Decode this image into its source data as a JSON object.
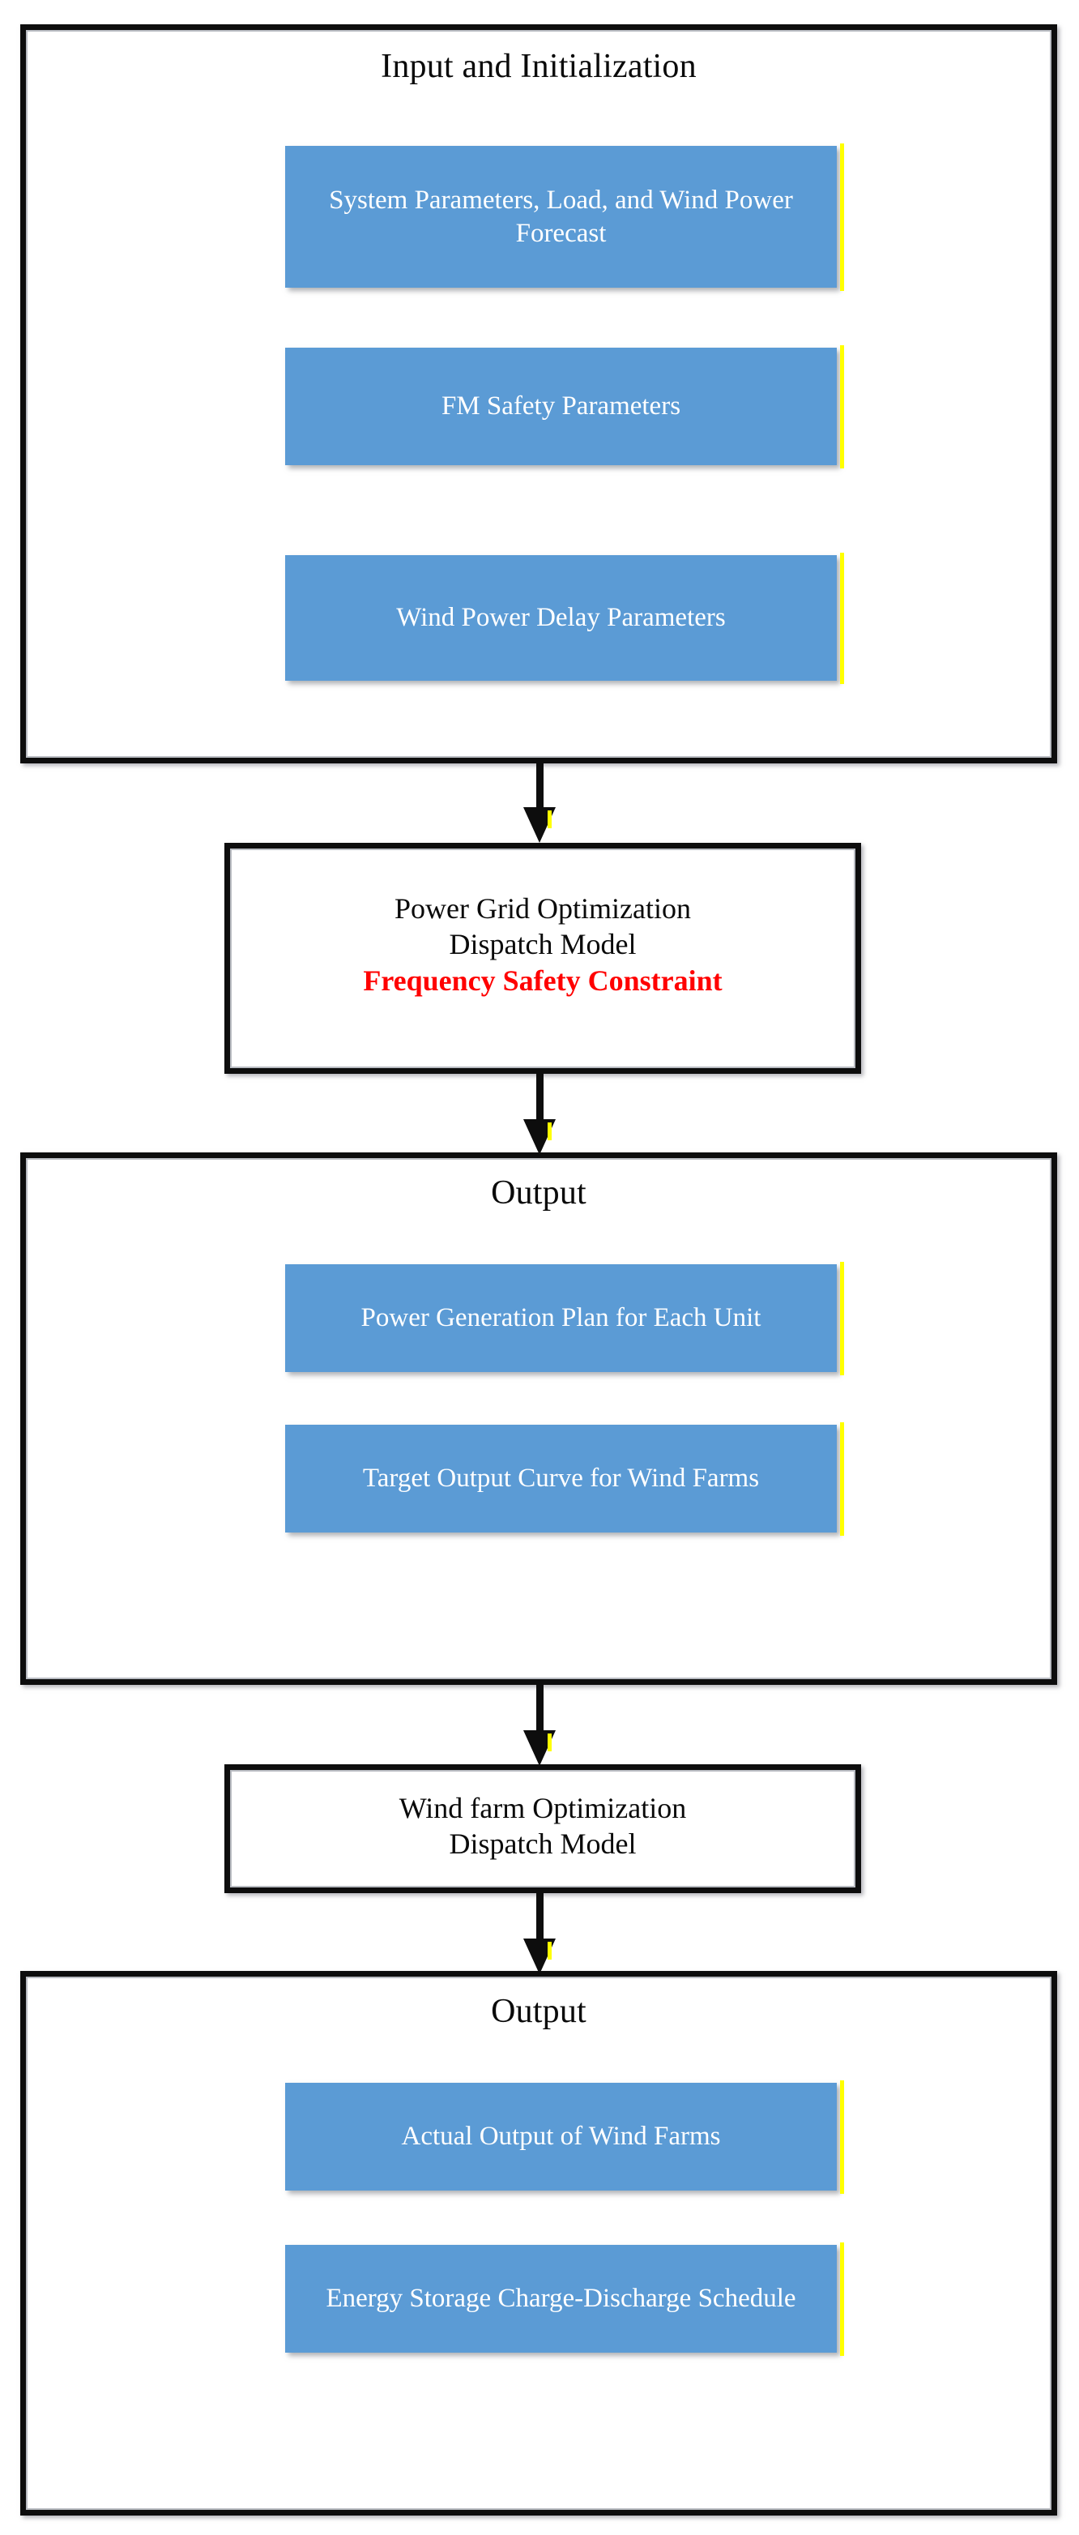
{
  "figure": {
    "type": "flowchart",
    "orientation": "vertical-top-to-bottom",
    "accent_blue": "#5B9BD5",
    "accent_red": "#FF0000",
    "accent_yellow": "#FFFF00",
    "border_black": "#0D0D0D",
    "text_white": "#FFFFFF"
  },
  "sections": [
    {
      "id": "input-and-initialization",
      "title": "Input and Initialization",
      "boxes": [
        {
          "label": "System Parameters, Load, and Wind Power Forecast"
        },
        {
          "label": "FM Safety Parameters"
        },
        {
          "label": "Wind Power Delay Parameters"
        }
      ]
    },
    {
      "id": "power-grid-optimization-dispatch-model",
      "line1": "Power Grid Optimization",
      "line2": "Dispatch Model",
      "constraint": "Frequency Safety Constraint"
    },
    {
      "id": "output-grid",
      "title": "Output",
      "boxes": [
        {
          "label": "Power Generation Plan for Each Unit"
        },
        {
          "label": "Target Output Curve for Wind Farms"
        }
      ]
    },
    {
      "id": "wind-farm-optimization-dispatch-model",
      "line1": "Wind farm Optimization",
      "line2": "Dispatch Model"
    },
    {
      "id": "output-wind-farm",
      "title": "Output",
      "boxes": [
        {
          "label": "Actual Output of Wind Farms"
        },
        {
          "label": "Energy Storage Charge-Discharge Schedule"
        }
      ]
    }
  ],
  "connectors": [
    {
      "id": "arrow-input-to-grid-model"
    },
    {
      "id": "arrow-grid-model-to-output"
    },
    {
      "id": "arrow-output-to-wind-model"
    },
    {
      "id": "arrow-wind-model-to-output"
    }
  ]
}
